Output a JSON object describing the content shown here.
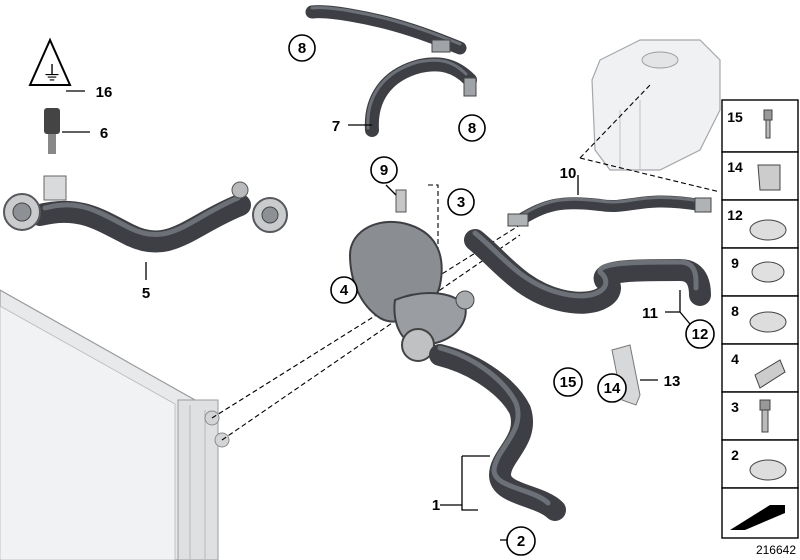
{
  "callouts": {
    "c1": "1",
    "c2": "2",
    "c3": "3",
    "c4": "4",
    "c5": "5",
    "c6": "6",
    "c7": "7",
    "c8a": "8",
    "c8b": "8",
    "c9": "9",
    "c10": "10",
    "c11": "11",
    "c12": "12",
    "c13": "13",
    "c14": "14",
    "c15": "15",
    "c16": "16"
  },
  "legend": {
    "items": [
      "15",
      "14",
      "12",
      "9",
      "8",
      "4",
      "3",
      "2"
    ]
  },
  "diagram_id": "216642"
}
